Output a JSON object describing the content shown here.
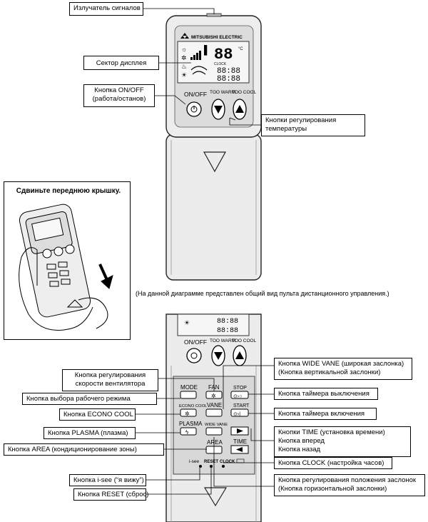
{
  "brand": "MITSUBISHI ELECTRIC",
  "top_labels": {
    "emitter": "Излучатель сигналов",
    "display": "Сектор дисплея",
    "onoff_line1": "Кнопка ON/OFF",
    "onoff_line2": "(работа/останов)",
    "temp_line1": "Кнопки регулирования",
    "temp_line2": "температуры"
  },
  "inset": {
    "title": "Сдвиньте переднюю крышку."
  },
  "caption": "(На данной диаграмме представлен общий вид пульта дистанционного управления.)",
  "remote_text": {
    "onoff": "ON/OFF",
    "too_warm": "TOO WARM",
    "too_cool": "TOO COOL",
    "mode": "MODE",
    "fan": "FAN",
    "econo_cool": "ECONO COOL",
    "vane": "VANE",
    "plasma": "PLASMA",
    "wide_vane": "WIDE VANE",
    "area": "AREA",
    "stop": "STOP",
    "start": "START",
    "time": "TIME",
    "i_see": "i-see",
    "reset": "RESET",
    "clock": "CLOCK",
    "display_clock": "CLOCK"
  },
  "bottom_labels": {
    "fan_line1": "Кнопка регулирования",
    "fan_line2": "скорости вентилятора",
    "mode": "Кнопка выбора рабочего режима",
    "econo": "Кнопка ECONO COOL",
    "plasma": "Кнопка PLASMA (плазма)",
    "area": "Кнопка AREA (кондиционирование зоны)",
    "isee": "Кнопка i-see (“я вижу”)",
    "reset": "Кнопка RESET (сброс)",
    "wide_vane_line1": "Кнопка WIDE VANE (широкая заслонка)",
    "wide_vane_line2": "(Кнопка вертикальной заслонки)",
    "timer_off": "Кнопка таймера выключения",
    "timer_on": "Кнопка таймера включения",
    "time_line1": "Кнопки TIME (установка времени)",
    "time_line2": "Кнопка вперед",
    "time_line3": "Кнопка назад",
    "clock": "Кнопка CLOCK (настройка часов)",
    "vane_line1": "Кнопка регулирования положения заслонок",
    "vane_line2": "(Кнопка горизонтальной заслонки)"
  }
}
